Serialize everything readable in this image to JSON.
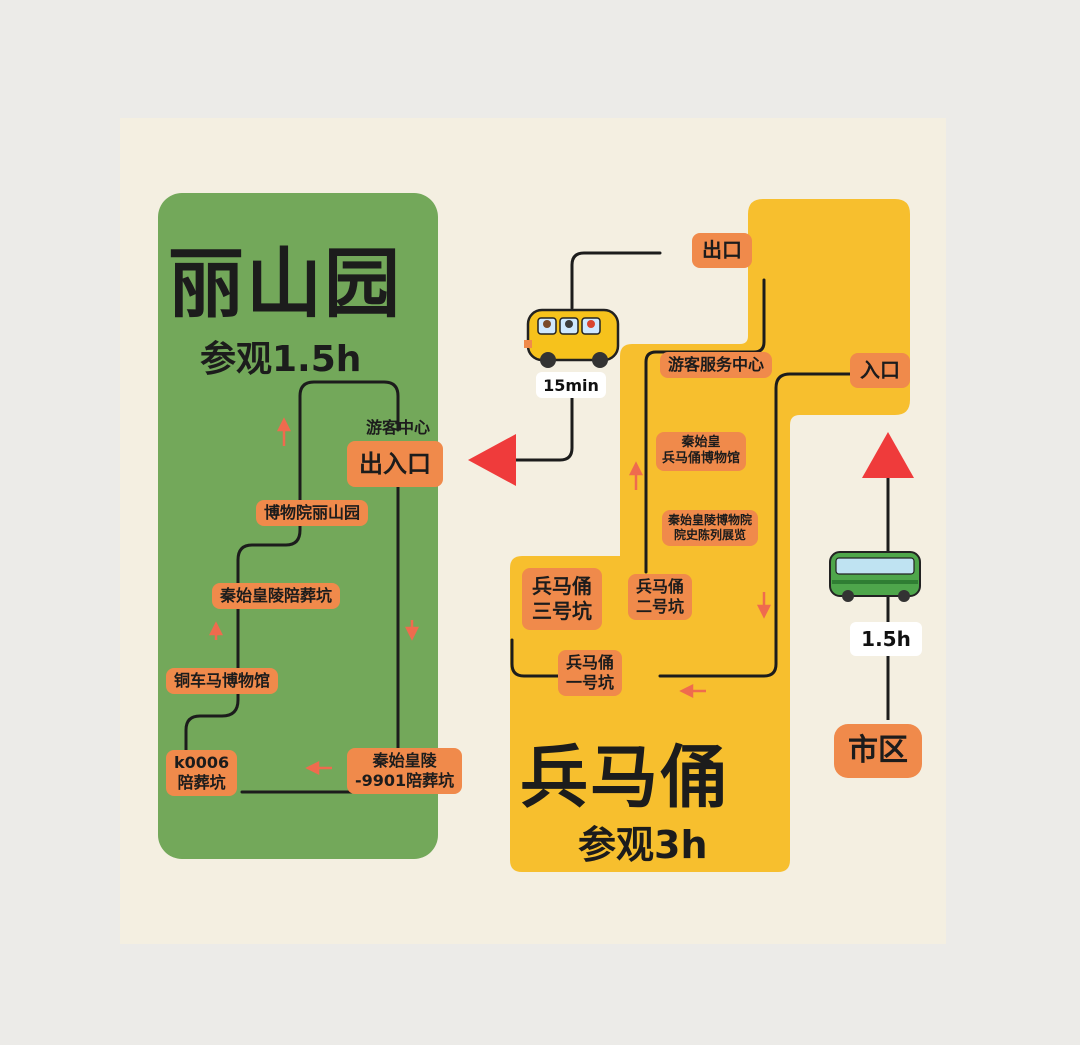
{
  "colors": {
    "lishan_area": "#73a85a",
    "bmy_area": "#f7bf2e",
    "label": "#f08a4b",
    "route": "#1c1c1c",
    "arrow": "#ef4444"
  },
  "lishan": {
    "title": "丽山园",
    "duration": "参观1.5h",
    "visitor_center": "游客中心",
    "gate": "出入口",
    "stops": {
      "museum_lishan": "博物院丽山园",
      "burial_pits": "秦始皇陵陪葬坑",
      "bronze_chariot": "铜车马博物馆",
      "k0006_line1": "k0006",
      "k0006_line2": "陪葬坑",
      "pit9901_line1": "秦始皇陵",
      "pit9901_line2": "-9901陪葬坑"
    }
  },
  "terracotta": {
    "title": "兵马俑",
    "duration": "参观3h",
    "exit": "出口",
    "entrance": "入口",
    "service_center": "游客服务中心",
    "museum_line1": "秦始皇",
    "museum_line2": "兵马俑博物馆",
    "history_line1": "秦始皇陵博物院",
    "history_line2": "院史陈列展览",
    "pit3_line1": "兵马俑",
    "pit3_line2": "三号坑",
    "pit2_line1": "兵马俑",
    "pit2_line2": "二号坑",
    "pit1_line1": "兵马俑",
    "pit1_line2": "一号坑"
  },
  "transit": {
    "shuttle_time": "15min",
    "shuttle_icon": "school-bus-icon",
    "bus_time": "1.5h",
    "bus_icon": "coach-bus-icon",
    "city": "市区"
  }
}
